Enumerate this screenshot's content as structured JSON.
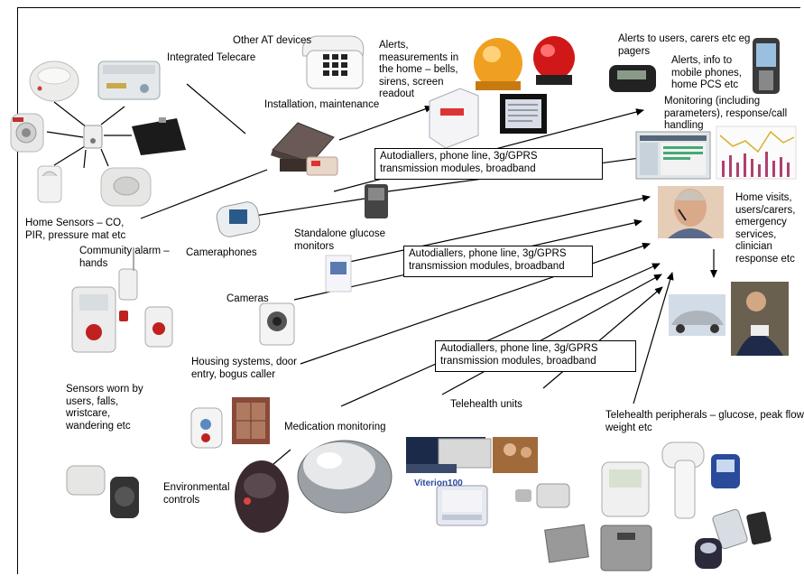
{
  "labels": {
    "integrated_telecare": "Integrated Telecare",
    "other_at_devices": "Other AT devices",
    "alerts_measurements": "Alerts,\nmeasurements in\nthe home – bells,\nsirens, screen\nreadout",
    "alerts_users": "Alerts to users, carers etc eg\npagers",
    "alerts_mobile": "Alerts, info to\nmobile phones,\nhome PCS etc",
    "installation": "Installation, maintenance",
    "monitoring": "Monitoring (including\nparameters), response/call\nhandling",
    "home_sensors": "Home Sensors – CO,\nPIR, pressure mat etc",
    "community_alarm": "Community alarm –\nhands",
    "cameraphones": "Cameraphones",
    "standalone_glucose": "Standalone glucose\nmonitors",
    "home_visits": "Home visits,\nusers/carers,\nemergency\nservices,\nclinician\nresponse etc",
    "cameras": "Cameras",
    "housing_systems": "Housing systems, door\nentry, bogus caller",
    "sensors_worn": "Sensors worn by\nusers, falls,\nwristcare,\nwandering etc",
    "telehealth_units": "Telehealth units",
    "medication_monitoring": "Medication monitoring",
    "telehealth_peripherals": "Telehealth peripherals – glucose, peak flow\nweight etc",
    "environmental_controls": "Environmental\ncontrols",
    "vitelnet_logo": "Viterion100"
  },
  "boxes": {
    "autodiallers_1": "Autodiallers, phone line, 3g/GPRS\ntransmission modules, broadband",
    "autodiallers_2": "Autodiallers, phone line, 3g/GPRS\ntransmission modules, broadband",
    "autodiallers_3": "Autodiallers, phone line, 3g/GPRS\ntransmission modules, broadband"
  },
  "colors": {
    "line": "#000000",
    "amber_beacon": "#f0a020",
    "red_beacon": "#d01818",
    "device_grey": "#e2e2e2",
    "device_dark": "#2a2a2a"
  }
}
